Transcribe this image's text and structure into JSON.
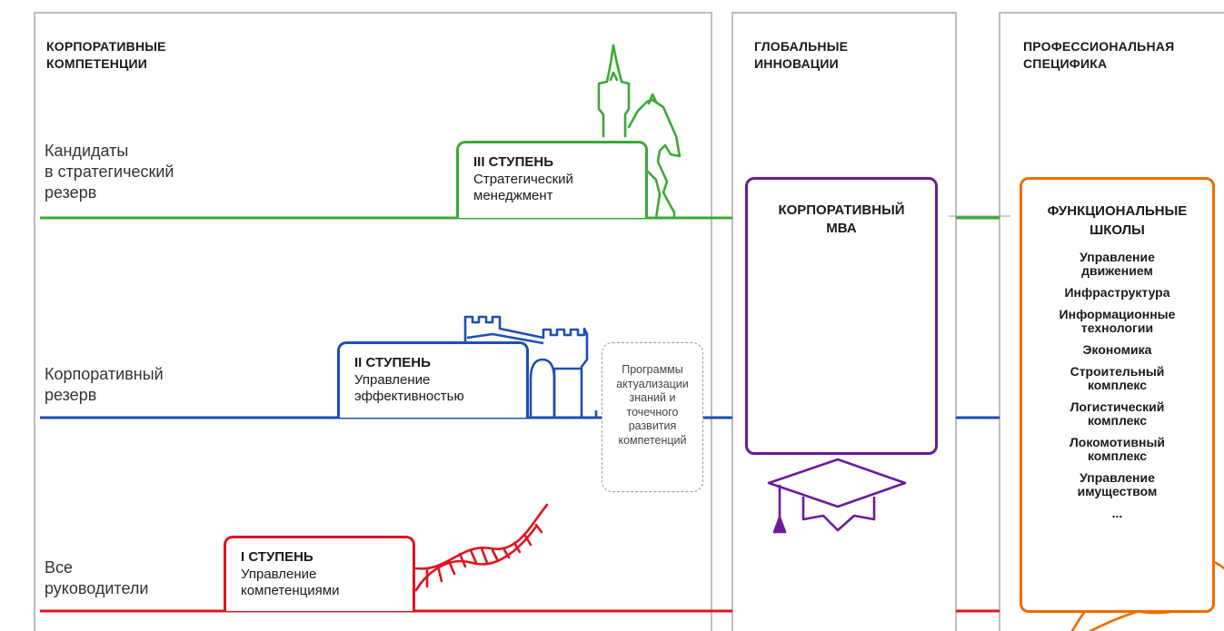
{
  "columns": {
    "corporate": "КОРПОРАТИВНЫЕ\nКОМПЕТЕНЦИИ",
    "global": "ГЛОБАЛЬНЫЕ\nИННОВАЦИИ",
    "professional": "ПРОФЕССИОНАЛЬНАЯ\nСПЕЦИФИКА"
  },
  "levels": [
    {
      "label": "Кандидаты\nв стратегический\nрезерв",
      "color": "#3aaa35"
    },
    {
      "label": "Корпоративный\nрезерв",
      "color": "#1e4fb4"
    },
    {
      "label": "Все\nруководители",
      "color": "#e0141e"
    }
  ],
  "stages": [
    {
      "title": "III СТУПЕНЬ",
      "subtitle": "Стратегический\nменеджмент",
      "color": "#3aaa35",
      "icon": "chess-king-knight-icon"
    },
    {
      "title": "II СТУПЕНЬ",
      "subtitle": "Управление\nэффективностью",
      "color": "#1e4fb4",
      "icon": "castle-fortress-icon"
    },
    {
      "title": "I СТУПЕНЬ",
      "subtitle": "Управление\nкомпетенциями",
      "color": "#e0141e",
      "icon": "dna-helix-icon"
    }
  ],
  "programs": "Программы\nактуализации\nзнаний и\nточечного\nразвития\nкомпетенций",
  "mba": {
    "title": "КОРПОРАТИВНЫЙ\nМВА",
    "color": "#6a1b9a",
    "icon": "graduation-cap-icon"
  },
  "schools": {
    "title": "ФУНКЦИОНАЛЬНЫЕ\nШКОЛЫ",
    "color": "#ef6c00",
    "icon": "computer-mouse-hand-icon",
    "items": [
      "Управление\nдвижением",
      "Инфраструктура",
      "Информационные\nтехнологии",
      "Экономика",
      "Строительный\nкомплекс",
      "Логистический\nкомплекс",
      "Локомотивный\nкомплекс",
      "Управление\nимуществом",
      "..."
    ]
  }
}
